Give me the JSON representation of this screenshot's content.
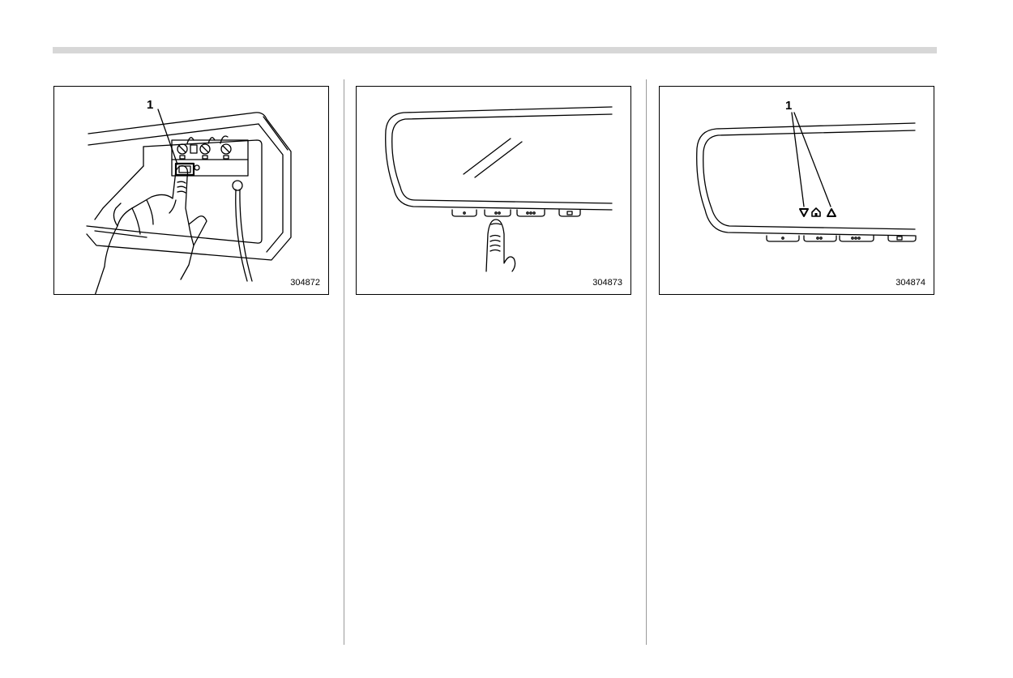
{
  "figures": [
    {
      "id": "304872",
      "callouts": [
        "1"
      ]
    },
    {
      "id": "304873",
      "callouts": []
    },
    {
      "id": "304874",
      "callouts": [
        "1"
      ]
    }
  ]
}
